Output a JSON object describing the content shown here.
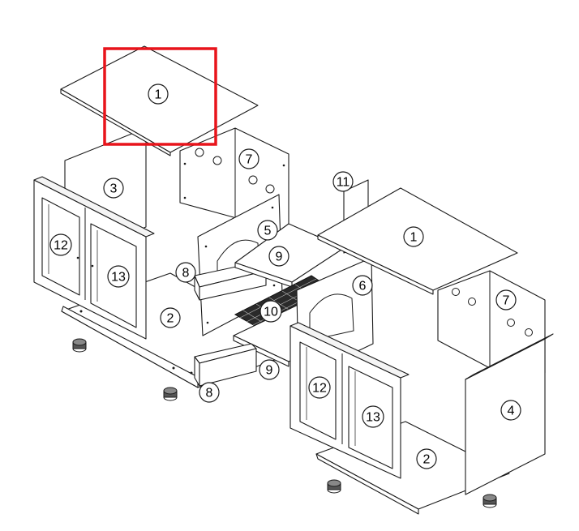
{
  "callouts": [
    {
      "id": "c1-top-left",
      "label": "1"
    },
    {
      "id": "c3",
      "label": "3"
    },
    {
      "id": "c7-left",
      "label": "7"
    },
    {
      "id": "c12-left",
      "label": "12"
    },
    {
      "id": "c13-left",
      "label": "13"
    },
    {
      "id": "c2-left",
      "label": "2"
    },
    {
      "id": "c5",
      "label": "5"
    },
    {
      "id": "c8-upper",
      "label": "8"
    },
    {
      "id": "c9-upper",
      "label": "9"
    },
    {
      "id": "c10",
      "label": "10"
    },
    {
      "id": "c9-lower",
      "label": "9"
    },
    {
      "id": "c8-lower",
      "label": "8"
    },
    {
      "id": "c11",
      "label": "11"
    },
    {
      "id": "c1-right",
      "label": "1"
    },
    {
      "id": "c6",
      "label": "6"
    },
    {
      "id": "c7-right",
      "label": "7"
    },
    {
      "id": "c12-right",
      "label": "12"
    },
    {
      "id": "c13-right",
      "label": "13"
    },
    {
      "id": "c4",
      "label": "4"
    },
    {
      "id": "c2-right",
      "label": "2"
    }
  ],
  "highlight_color": "#e8141b"
}
